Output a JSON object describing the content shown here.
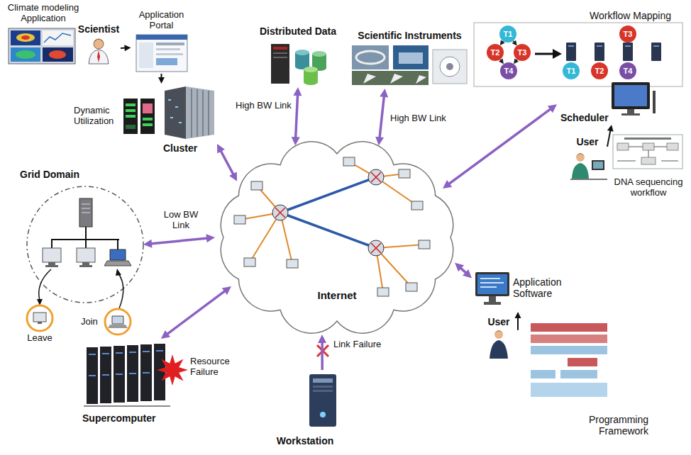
{
  "diagram": {
    "nodes": [
      {
        "text": [
          "Climate modeling Application"
        ]
      },
      {
        "text": [
          "Scientist"
        ]
      },
      {
        "text": [
          "Application Portal"
        ]
      },
      {
        "text": [
          "Dynamic Utilization"
        ]
      },
      {
        "text": [
          "Cluster"
        ]
      },
      {
        "text": [
          "Distributed Data"
        ]
      },
      {
        "text": [
          "Scientific Instruments"
        ]
      },
      {
        "text": [
          "Workflow Mapping"
        ]
      },
      {
        "text": [
          "T1"
        ],
        "in": 7
      },
      {
        "text": [
          "T2"
        ],
        "in": 7
      },
      {
        "text": [
          "T3"
        ],
        "in": 7
      },
      {
        "text": [
          "T4"
        ],
        "in": 7
      },
      {
        "text": [
          "T3"
        ],
        "in": 7
      },
      {
        "text": [
          "T1"
        ],
        "in": 7
      },
      {
        "text": [
          "T2"
        ],
        "in": 7
      },
      {
        "text": [
          "T4"
        ],
        "in": 7
      },
      {
        "text": [
          "Scheduler"
        ]
      },
      {
        "text": [
          "User"
        ]
      },
      {
        "text": [
          "DNA sequencing workflow"
        ]
      },
      {
        "text": [
          "Grid Domain"
        ]
      },
      {
        "text": [
          "Leave"
        ]
      },
      {
        "text": [
          "Join"
        ]
      },
      {
        "text": [
          "Internet"
        ]
      },
      {
        "text": [
          "Application Software"
        ]
      },
      {
        "text": [
          "User"
        ]
      },
      {
        "text": [
          "Programming Framework"
        ]
      },
      {
        "text": [
          "Supercomputer"
        ]
      },
      {
        "text": [
          "Workstation"
        ]
      }
    ],
    "edges": [
      {
        "from": 1,
        "to": 2,
        "arrow": "to"
      },
      {
        "from": 2,
        "to": 4,
        "arrow": "to"
      },
      {
        "from": 4,
        "to": 22,
        "arrow": "both"
      },
      {
        "from": 5,
        "to": 22,
        "label": "High BW Link",
        "arrow": "both"
      },
      {
        "from": 6,
        "to": 22,
        "label": "High BW Link",
        "arrow": "both"
      },
      {
        "from": 16,
        "to": 22,
        "arrow": "both"
      },
      {
        "from": 17,
        "to": 16,
        "arrow": "to"
      },
      {
        "from": 19,
        "to": 22,
        "label": "Low BW Link",
        "arrow": "both"
      },
      {
        "from": 22,
        "to": 23,
        "arrow": "both"
      },
      {
        "from": 24,
        "to": 23,
        "arrow": "to"
      },
      {
        "from": 22,
        "to": 26,
        "arrow": "both"
      },
      {
        "from": 27,
        "to": 22,
        "label": "Link Failure",
        "arrow": "to"
      },
      {
        "from": 8,
        "to": 9,
        "arrow": "to"
      },
      {
        "from": 8,
        "to": 10,
        "arrow": "to"
      },
      {
        "from": 9,
        "to": 11,
        "arrow": "to"
      },
      {
        "from": 10,
        "to": 11,
        "arrow": "to"
      }
    ],
    "labels": [
      "Resource Failure"
    ]
  }
}
